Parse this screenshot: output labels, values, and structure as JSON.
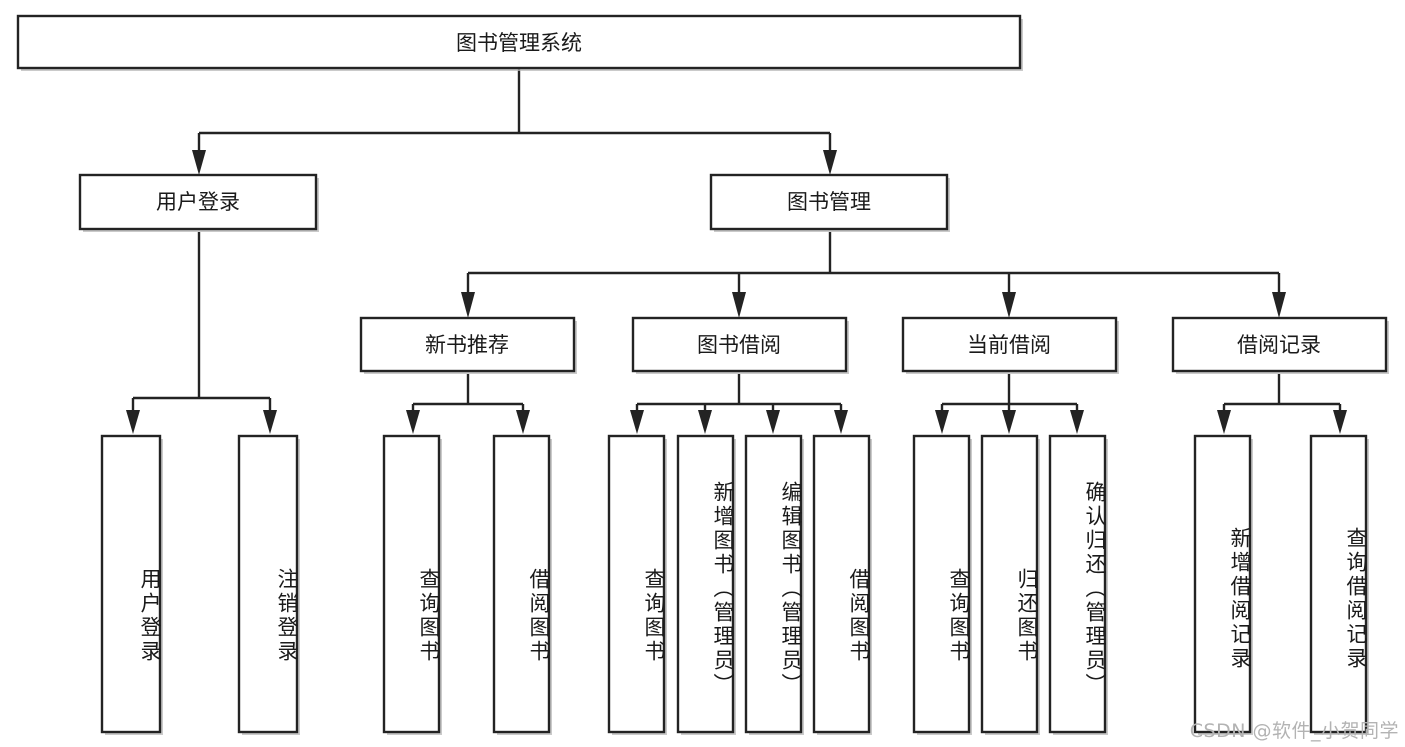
{
  "diagram": {
    "type": "tree-hierarchy",
    "title": "图书管理系统",
    "orientation": "top-down",
    "root": {
      "id": "root",
      "label": "图书管理系统"
    },
    "level2": [
      {
        "id": "user-login",
        "label": "用户登录"
      },
      {
        "id": "book-manage",
        "label": "图书管理"
      }
    ],
    "level3": [
      {
        "id": "new-book-recommend",
        "label": "新书推荐",
        "parent": "book-manage"
      },
      {
        "id": "book-borrow",
        "label": "图书借阅",
        "parent": "book-manage"
      },
      {
        "id": "current-borrow",
        "label": "当前借阅",
        "parent": "book-manage"
      },
      {
        "id": "borrow-record",
        "label": "借阅记录",
        "parent": "book-manage"
      }
    ],
    "leaves": [
      {
        "id": "leaf-user-login",
        "label": "用户登录",
        "parent": "user-login"
      },
      {
        "id": "leaf-logout",
        "label": "注销登录",
        "parent": "user-login"
      },
      {
        "id": "leaf-query-book-1",
        "label": "查询图书",
        "parent": "new-book-recommend"
      },
      {
        "id": "leaf-borrow-book-1",
        "label": "借阅图书",
        "parent": "new-book-recommend"
      },
      {
        "id": "leaf-query-book-2",
        "label": "查询图书",
        "parent": "book-borrow"
      },
      {
        "id": "leaf-add-book",
        "label": "新增图书（管理员）",
        "parent": "book-borrow"
      },
      {
        "id": "leaf-edit-book",
        "label": "编辑图书（管理员）",
        "parent": "book-borrow"
      },
      {
        "id": "leaf-borrow-book-2",
        "label": "借阅图书",
        "parent": "book-borrow"
      },
      {
        "id": "leaf-query-book-3",
        "label": "查询图书",
        "parent": "current-borrow"
      },
      {
        "id": "leaf-return-book",
        "label": "归还图书",
        "parent": "current-borrow"
      },
      {
        "id": "leaf-confirm-return",
        "label": "确认归还（管理员）",
        "parent": "current-borrow"
      },
      {
        "id": "leaf-add-record",
        "label": "新增借阅记录",
        "parent": "borrow-record"
      },
      {
        "id": "leaf-query-record",
        "label": "查询借阅记录",
        "parent": "borrow-record"
      }
    ],
    "colors": {
      "box_fill": "#ffffff",
      "box_stroke": "#232323",
      "connector": "#232323",
      "text": "#1a1a1a",
      "watermark": "#b3b3b3",
      "background": "#ffffff"
    }
  },
  "watermark": {
    "text": "CSDN @软件_小贺同学"
  }
}
